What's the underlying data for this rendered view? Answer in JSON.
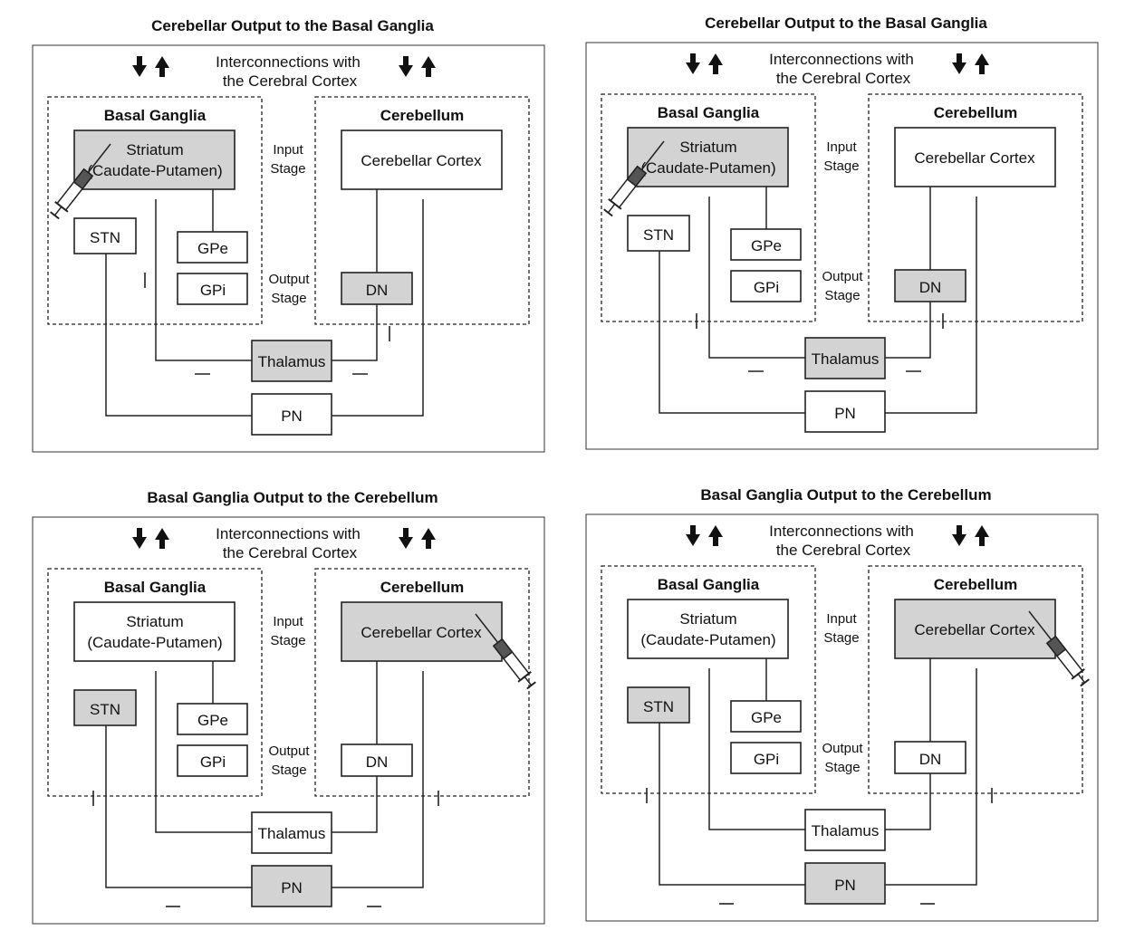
{
  "colors": {
    "highlight": "#d3d3d3",
    "normal": "#ffffff",
    "line": "#222222"
  },
  "icons": [
    "syringe-icon",
    "arrow-down-icon",
    "arrow-up-icon"
  ],
  "panels": [
    {
      "title": "Cerebellar Output to the Basal Ganglia",
      "interconnect_line1": "Interconnections with",
      "interconnect_line2": "the Cerebral Cortex",
      "basal_ganglia_label": "Basal Ganglia",
      "cerebellum_label": "Cerebellum",
      "striatum_line1": "Striatum",
      "striatum_line2": "(Caudate-Putamen)",
      "cerebellar_cortex": "Cerebellar Cortex",
      "stn": "STN",
      "gpe": "GPe",
      "gpi": "GPi",
      "dn": "DN",
      "thalamus": "Thalamus",
      "pn": "PN",
      "input_stage_line1": "Input",
      "input_stage_line2": "Stage",
      "output_stage_line1": "Output",
      "output_stage_line2": "Stage",
      "injection_site": "Striatum",
      "highlighted": [
        "striatum",
        "dn",
        "thalamus"
      ]
    },
    {
      "title": "Cerebellar Output to the Basal Ganglia",
      "interconnect_line1": "Interconnections with",
      "interconnect_line2": "the Cerebral Cortex",
      "basal_ganglia_label": "Basal Ganglia",
      "cerebellum_label": "Cerebellum",
      "striatum_line1": "Striatum",
      "striatum_line2": "(Caudate-Putamen)",
      "cerebellar_cortex": "Cerebellar Cortex",
      "stn": "STN",
      "gpe": "GPe",
      "gpi": "GPi",
      "dn": "DN",
      "thalamus": "Thalamus",
      "pn": "PN",
      "input_stage_line1": "Input",
      "input_stage_line2": "Stage",
      "output_stage_line1": "Output",
      "output_stage_line2": "Stage",
      "injection_site": "Striatum",
      "highlighted": [
        "striatum",
        "dn",
        "thalamus"
      ]
    },
    {
      "title": "Basal Ganglia Output to the Cerebellum",
      "interconnect_line1": "Interconnections with",
      "interconnect_line2": "the Cerebral Cortex",
      "basal_ganglia_label": "Basal Ganglia",
      "cerebellum_label": "Cerebellum",
      "striatum_line1": "Striatum",
      "striatum_line2": "(Caudate-Putamen)",
      "cerebellar_cortex": "Cerebellar Cortex",
      "stn": "STN",
      "gpe": "GPe",
      "gpi": "GPi",
      "dn": "DN",
      "thalamus": "Thalamus",
      "pn": "PN",
      "input_stage_line1": "Input",
      "input_stage_line2": "Stage",
      "output_stage_line1": "Output",
      "output_stage_line2": "Stage",
      "injection_site": "Cerebellar Cortex",
      "highlighted": [
        "cerebellar_cortex",
        "stn",
        "pn"
      ]
    },
    {
      "title": "Basal Ganglia Output to the Cerebellum",
      "interconnect_line1": "Interconnections with",
      "interconnect_line2": "the Cerebral Cortex",
      "basal_ganglia_label": "Basal Ganglia",
      "cerebellum_label": "Cerebellum",
      "striatum_line1": "Striatum",
      "striatum_line2": "(Caudate-Putamen)",
      "cerebellar_cortex": "Cerebellar Cortex",
      "stn": "STN",
      "gpe": "GPe",
      "gpi": "GPi",
      "dn": "DN",
      "thalamus": "Thalamus",
      "pn": "PN",
      "input_stage_line1": "Input",
      "input_stage_line2": "Stage",
      "output_stage_line1": "Output",
      "output_stage_line2": "Stage",
      "injection_site": "Cerebellar Cortex",
      "highlighted": [
        "cerebellar_cortex",
        "stn",
        "pn"
      ]
    }
  ]
}
